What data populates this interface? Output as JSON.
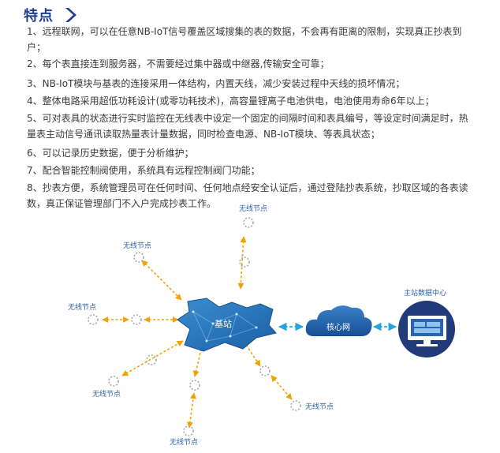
{
  "title": "特点",
  "features": [
    "1、远程联网，可以在任意NB-IoT信号覆盖区域搜集的表的数据，不会再有距离的限制，实现真正抄表到户；",
    "2、每个表直接连到服务器，不需要经过集中器或中继器,传输安全可靠；",
    "3、NB-IoT模块与基表的连接采用一体结构，内置天线，减少安装过程中天线的损坏情况；",
    "4、整体电路采用超低功耗设计(或零功耗技术)，高容量锂离子电池供电，电池使用寿命6年以上；",
    "5、可对表具的状态进行实时监控在无线表中设定一个固定的间隔时间和表具编号，等设定时间满足时，热量表主动信号通讯读取热量表计量数据，同时检查电源、NB-IoT模块、等表具状态；",
    "6、可以记录历史数据，便于分析维护；",
    "7、配合智能控制阀使用，系统具有远程控制阀门功能；",
    "8、抄表方便，系统管理员可在任何时间、任何地点经安全认证后，通过登陆抄表系统，抄取区域的各表读数，真正保证管理部门不入户完成抄表工作。"
  ],
  "diagram": {
    "base_station_label": "基站",
    "core_network_label": "核心网",
    "data_center_label": "主站数据中心",
    "node_label": "无线节点",
    "colors": {
      "title": "#1f3f8f",
      "base_station": "#2a73b8",
      "cloud": "#1f5fa6",
      "monitor_circle": "#213a7a",
      "node_arrow": "#f2a100",
      "link_arrow": "#29a3dc",
      "node_label": "#2c63a8"
    }
  }
}
